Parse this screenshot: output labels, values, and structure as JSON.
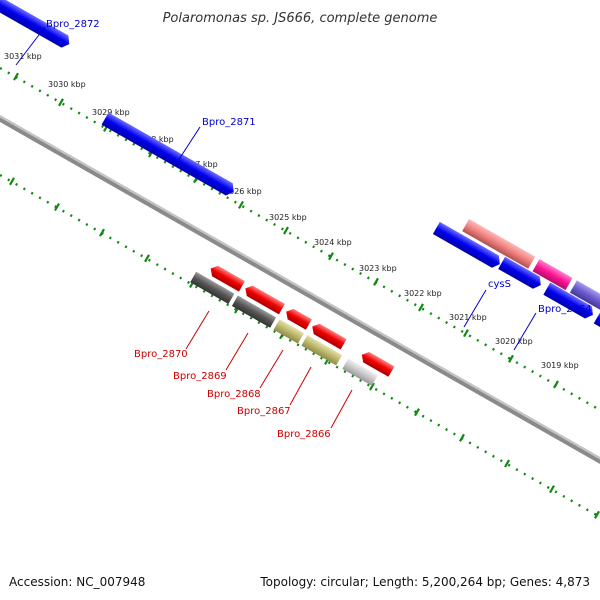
{
  "title": "Polaromonas sp. JS666, complete genome",
  "footer": {
    "accession": "Accession: NC_007948",
    "summary": "Topology: circular; Length: 5,200,264 bp; Genes: 4,873"
  },
  "kbp_labels": [
    "3031 kbp",
    "3030 kbp",
    "3029 kbp",
    "3028 kbp",
    "3027 kbp",
    "3026 kbp",
    "3025 kbp",
    "3024 kbp",
    "3023 kbp",
    "3022 kbp",
    "3021 kbp",
    "3020 kbp",
    "3019 kbp"
  ],
  "gene_labels": {
    "forward": [
      "Bpro_2872",
      "Bpro_2871",
      "cysS",
      "Bpro_2864"
    ],
    "reverse": [
      "Bpro_2870",
      "Bpro_2869",
      "Bpro_2868",
      "Bpro_2867",
      "Bpro_2866"
    ]
  },
  "colors": {
    "forward_label": "#0000cc",
    "reverse_label": "#cc0000",
    "tick": "#118811",
    "backbone": "#888888"
  }
}
